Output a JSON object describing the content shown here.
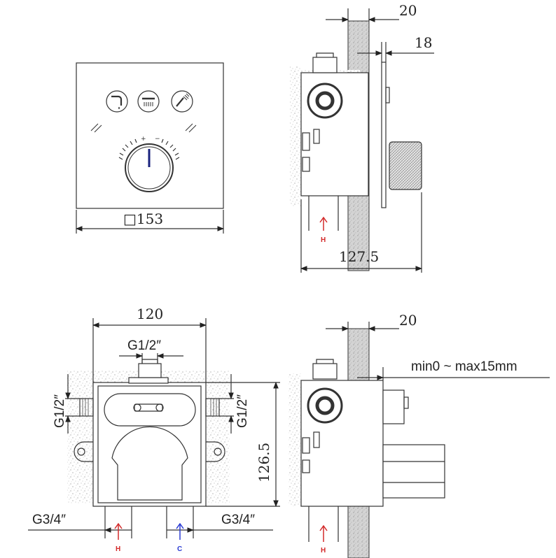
{
  "colors": {
    "line": "#333333",
    "hot": "#d32a2a",
    "cold": "#2a3bd3",
    "needle": "#1a237e",
    "wall": "#cfcfcf"
  },
  "icons": [
    "spout-icon",
    "rain-shower-icon",
    "hand-shower-icon"
  ],
  "front_view": {
    "size_label": "□153"
  },
  "side_view_top": {
    "depth_label": "127.5",
    "wall_label": "20",
    "plate_label": "18",
    "hot_mark": "H"
  },
  "back_view": {
    "width_label": "120",
    "top_thread": "G1/2″",
    "left_thread": "G1/2″",
    "right_thread": "G1/2″",
    "height_label": "126.5",
    "bottom_left_thread": "G3/4″",
    "bottom_right_thread": "G3/4″",
    "hot_mark": "H",
    "cold_mark": "C"
  },
  "side_view_bottom": {
    "wall_label": "20",
    "range_label": "min0 ~ max15mm",
    "hot_mark": "H"
  }
}
